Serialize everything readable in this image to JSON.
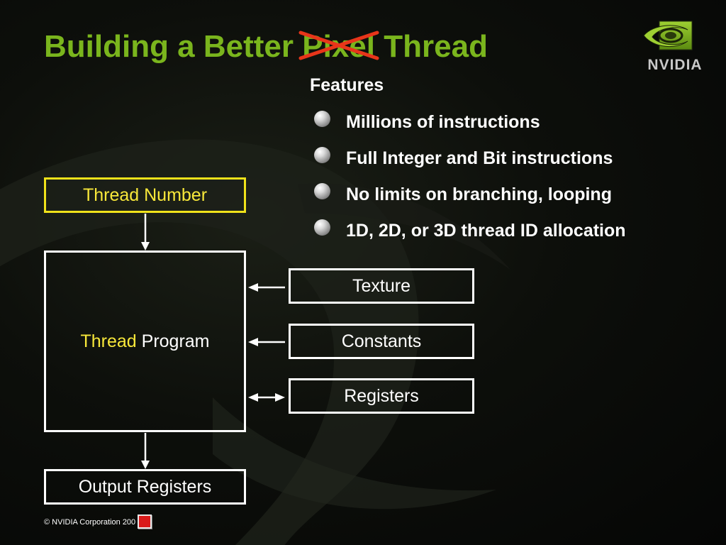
{
  "title": {
    "before": "Building a Better",
    "struck": "Pixel",
    "after": "Thread"
  },
  "logo": {
    "text": "NVIDIA"
  },
  "features": {
    "heading": "Features",
    "items": [
      "Millions of instructions",
      "Full Integer and Bit instructions",
      "No limits on branching, looping",
      "1D, 2D, or 3D thread ID allocation"
    ]
  },
  "diagram": {
    "thread_number": "Thread Number",
    "thread_program_part1": "Thread",
    "thread_program_part2": "Program",
    "output_registers": "Output Registers",
    "texture": "Texture",
    "constants": "Constants",
    "registers": "Registers"
  },
  "footer": {
    "copyright": "© NVIDIA Corporation 200"
  },
  "colors": {
    "title_green": "#7ab51d",
    "highlight_yellow": "#f8e83a",
    "strike_red": "#e8351a",
    "box_white": "#ffffff"
  }
}
